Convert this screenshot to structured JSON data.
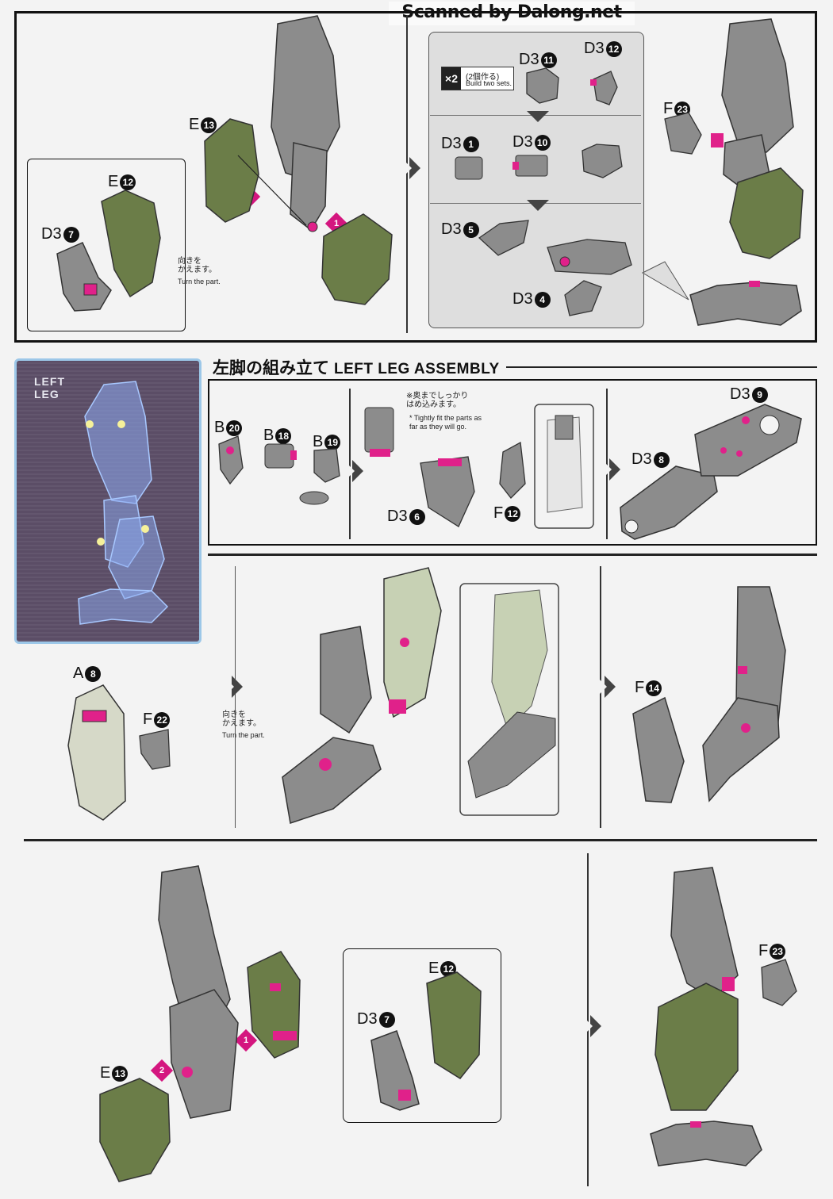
{
  "watermark": "Scanned by Dalong.net",
  "section": {
    "title_jp": "左脚の組み立て",
    "title_en": "LEFT LEG ASSEMBLY"
  },
  "left_leg_panel": {
    "label": "LEFT\nLEG"
  },
  "build_two": {
    "multiplier": "×2",
    "jp": "(2個作る)",
    "en": "Build two sets."
  },
  "turn_part_note": {
    "jp": "向きを\nかえます。",
    "en": "Turn the part."
  },
  "tight_fit_note": {
    "jp": "※奥までしっかり\nはめ込みます。",
    "en": "* Tightly fit the parts as\nfar as they will go."
  },
  "step_markers": [
    "1",
    "2"
  ],
  "parts": {
    "top": [
      {
        "runner": "E",
        "num": "13"
      },
      {
        "runner": "E",
        "num": "12"
      },
      {
        "runner": "D3",
        "num": "7"
      },
      {
        "runner": "D3",
        "num": "11"
      },
      {
        "runner": "D3",
        "num": "12"
      },
      {
        "runner": "D3",
        "num": "1"
      },
      {
        "runner": "D3",
        "num": "10"
      },
      {
        "runner": "D3",
        "num": "5"
      },
      {
        "runner": "D3",
        "num": "4"
      },
      {
        "runner": "F",
        "num": "23"
      }
    ],
    "row2": [
      {
        "runner": "B",
        "num": "20"
      },
      {
        "runner": "B",
        "num": "18"
      },
      {
        "runner": "B",
        "num": "19"
      },
      {
        "runner": "D3",
        "num": "6"
      },
      {
        "runner": "F",
        "num": "12"
      },
      {
        "runner": "D3",
        "num": "9"
      },
      {
        "runner": "D3",
        "num": "8"
      }
    ],
    "row3": [
      {
        "runner": "A",
        "num": "8"
      },
      {
        "runner": "F",
        "num": "22"
      },
      {
        "runner": "F",
        "num": "14"
      }
    ],
    "row4": [
      {
        "runner": "E",
        "num": "12"
      },
      {
        "runner": "D3",
        "num": "7"
      },
      {
        "runner": "E",
        "num": "13"
      },
      {
        "runner": "F",
        "num": "23"
      }
    ]
  },
  "colors": {
    "grey_part": "#8c8c8c",
    "green_part": "#6b7d48",
    "pink_joint": "#e0218a",
    "pale_part": "#d6d9c8"
  }
}
